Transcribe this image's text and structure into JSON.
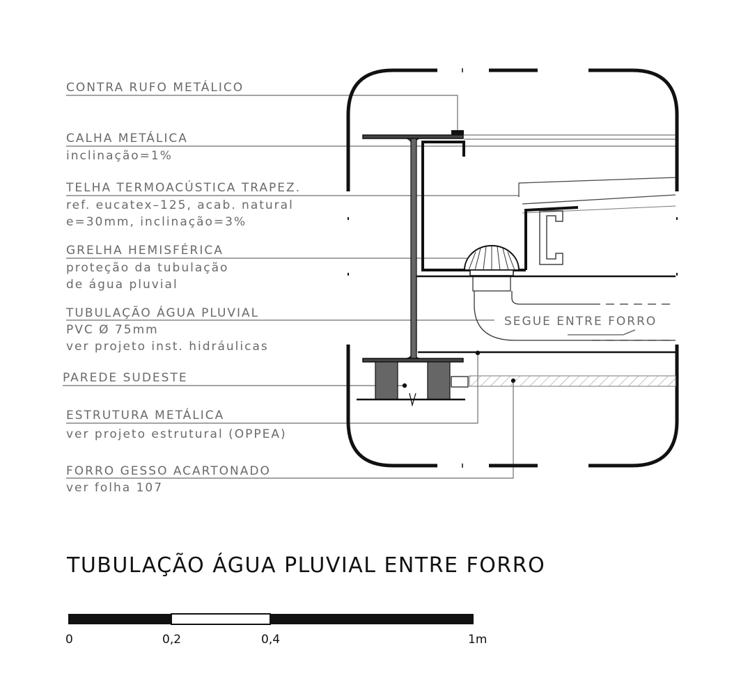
{
  "labels": [
    {
      "title": "CONTRA RUFO METÁLICO",
      "lines": []
    },
    {
      "title": "CALHA METÁLICA",
      "lines": [
        "inclinação=1%"
      ]
    },
    {
      "title": "TELHA TERMOACÚSTICA TRAPEZ.",
      "lines": [
        "ref. eucatex–125, acab. natural",
        "e=30mm, inclinação=3%"
      ]
    },
    {
      "title": "GRELHA HEMISFÉRICA",
      "lines": [
        "proteção da tubulação",
        "de água pluvial"
      ]
    },
    {
      "title": "TUBULAÇÃO ÁGUA PLUVIAL",
      "lines": [
        "PVC Ø 75mm",
        "ver projeto inst. hidráulicas"
      ]
    },
    {
      "title": "PAREDE SUDESTE",
      "lines": []
    },
    {
      "title": "ESTRUTURA METÁLICA",
      "lines": [
        "ver projeto estrutural (OPPEA)"
      ]
    },
    {
      "title": "FORRO GESSO ACARTONADO",
      "lines": [
        "ver folha 107"
      ]
    }
  ],
  "annotation": "SEGUE ENTRE FORRO",
  "drawing_title": "TUBULAÇÃO ÁGUA PLUVIAL ENTRE FORRO",
  "scale_bar": {
    "ticks": [
      "0",
      "0,2",
      "0,4",
      "1m"
    ],
    "segments": [
      "black",
      "white",
      "black"
    ]
  }
}
